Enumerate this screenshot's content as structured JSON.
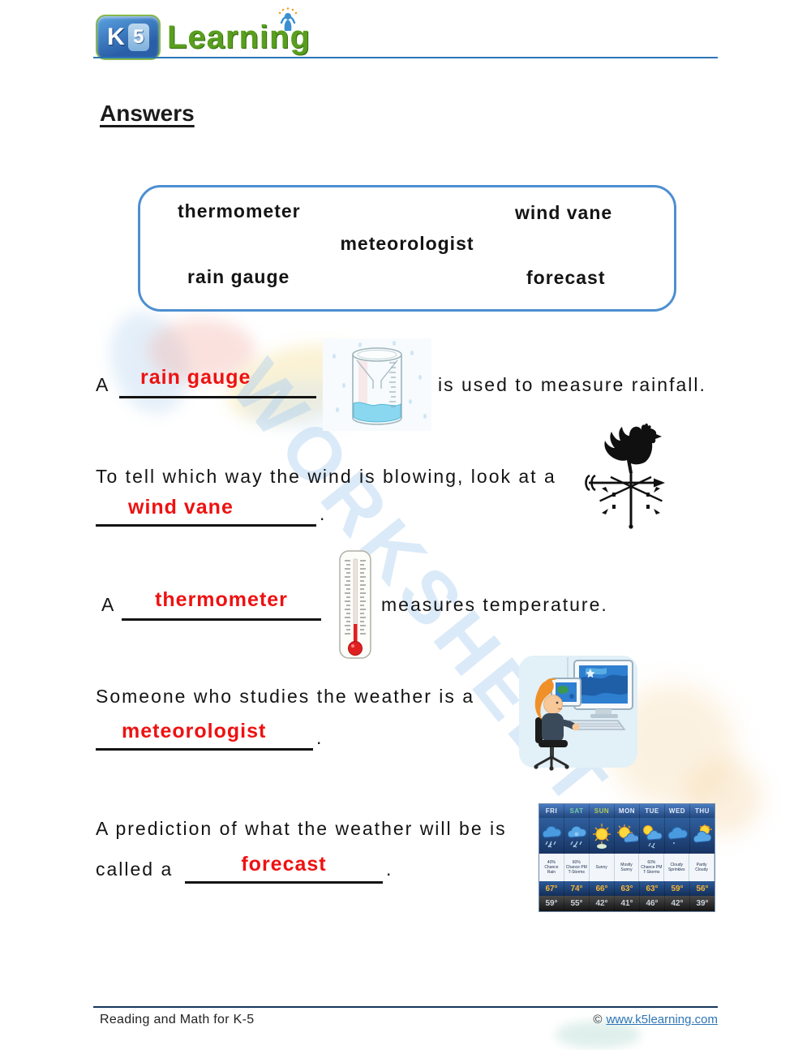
{
  "header": {
    "logo_k": "K",
    "logo_5": "5",
    "logo_word": "Learning"
  },
  "title": "Answers",
  "word_bank": {
    "words": [
      "thermometer",
      "wind vane",
      "meteorologist",
      "rain gauge",
      "forecast"
    ]
  },
  "questions": [
    {
      "prefix": "A",
      "answer": "rain gauge",
      "suffix": "is used to measure rainfall.",
      "image": "rain-gauge-illustration"
    },
    {
      "text": "To tell which way the wind is blowing, look at a",
      "answer": "wind vane",
      "period": ".",
      "image": "weathervane-illustration"
    },
    {
      "prefix": "A",
      "answer": "thermometer",
      "suffix": "measures temperature.",
      "image": "thermometer-illustration"
    },
    {
      "text": "Someone who studies the weather is a",
      "answer": "meteorologist",
      "period": ".",
      "image": "meteorologist-illustration"
    },
    {
      "line1": "A prediction of what the weather will be is",
      "line2_prefix": "called a",
      "answer": "forecast",
      "period": ".",
      "image": "forecast-widget"
    }
  ],
  "forecast_widget": {
    "days": [
      {
        "label": "FRI",
        "icon": "rain-cloud",
        "desc": "40% Chance Rain",
        "high": "67°",
        "low": "59°"
      },
      {
        "label": "SAT",
        "icon": "storm-cloud",
        "desc": "60% Chance PM T-Storms",
        "high": "74°",
        "low": "55°"
      },
      {
        "label": "SUN",
        "icon": "sunny",
        "desc": "Sunny",
        "high": "66°",
        "low": "42°"
      },
      {
        "label": "MON",
        "icon": "mostly-sunny",
        "desc": "Mostly Sunny",
        "high": "63°",
        "low": "41°"
      },
      {
        "label": "TUE",
        "icon": "chance-storm",
        "desc": "60% Chance PM T-Storms",
        "high": "63°",
        "low": "46°"
      },
      {
        "label": "WED",
        "icon": "cloudy",
        "desc": "Cloudy Sprinkles",
        "high": "59°",
        "low": "42°"
      },
      {
        "label": "THU",
        "icon": "partly-cloudy",
        "desc": "Partly Cloudy",
        "high": "56°",
        "low": "39°"
      }
    ]
  },
  "watermark": {
    "text": "WORKSHEET"
  },
  "colors": {
    "answer_red": "#ee1111",
    "box_border_blue": "#4d8fd1",
    "rule_blue": "#2e75b6",
    "link_blue": "#2e75b6"
  },
  "footer": {
    "left": "Reading and Math for K-5",
    "copyright": "©",
    "link": "www.k5learning.com"
  }
}
